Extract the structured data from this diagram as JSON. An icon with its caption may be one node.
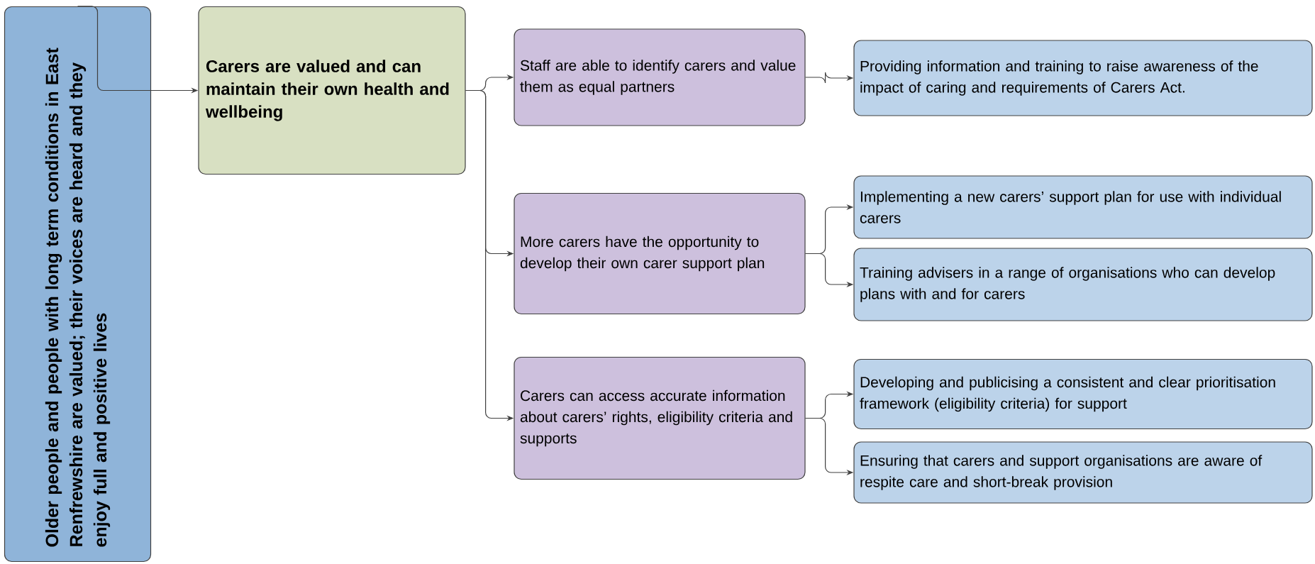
{
  "diagram": {
    "nodes": [
      {
        "text": [
          "Older people and people with long term conditions in East Renfrewshire are valued; their voices are heard and they enjoy full and positive lives"
        ]
      },
      {
        "text": [
          "Carers are valued and can maintain their own health and wellbeing"
        ]
      },
      {
        "text": [
          "Staff are able to identify carers and value them as equal partners"
        ]
      },
      {
        "text": [
          "More carers have the opportunity to develop their own carer support plan"
        ]
      },
      {
        "text": [
          "Carers can access accurate information about carers’ rights, eligibility criteria and supports"
        ]
      },
      {
        "text": [
          "Providing information and training to raise awareness of the impact of caring and requirements of Carers Act."
        ]
      },
      {
        "text": [
          "Implementing a new carers’ support plan for use with individual carers"
        ]
      },
      {
        "text": [
          "Training advisers in a range of organisations who can develop plans with and for carers"
        ]
      },
      {
        "text": [
          "Developing and publicising a consistent and clear prioritisation framework (eligibility criteria) for support"
        ]
      },
      {
        "text": [
          "Ensuring that carers and support organisations are aware of respite care and short-break provision"
        ]
      }
    ],
    "edges": [
      {
        "from": 0,
        "to": 1,
        "arrow": "to"
      },
      {
        "from": 1,
        "to": 2,
        "arrow": "to"
      },
      {
        "from": 1,
        "to": 3,
        "arrow": "to"
      },
      {
        "from": 1,
        "to": 4,
        "arrow": "to"
      },
      {
        "from": 2,
        "to": 5,
        "arrow": "to"
      },
      {
        "from": 3,
        "to": 6,
        "arrow": "to"
      },
      {
        "from": 3,
        "to": 7,
        "arrow": "to"
      },
      {
        "from": 4,
        "to": 8,
        "arrow": "to"
      },
      {
        "from": 4,
        "to": 9,
        "arrow": "to"
      }
    ]
  }
}
